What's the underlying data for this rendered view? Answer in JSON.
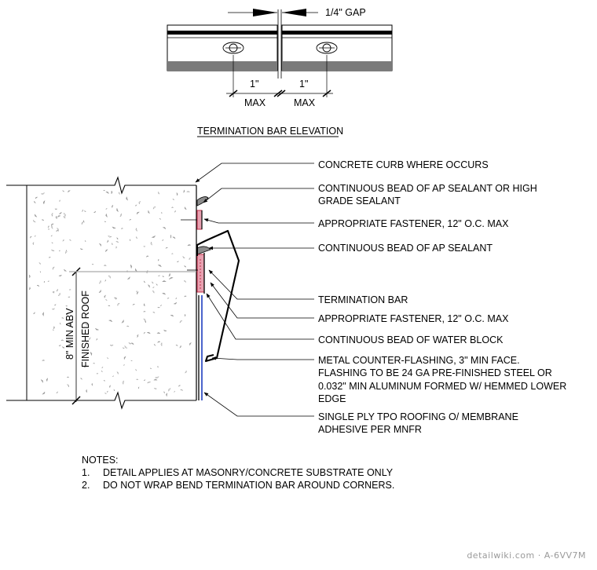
{
  "elevation": {
    "gap_label": "1/4\" GAP",
    "dim_left_value": "1\"",
    "dim_left_max": "MAX",
    "dim_right_value": "1\"",
    "dim_right_max": "MAX",
    "title": "TERMINATION BAR ELEVATION"
  },
  "section": {
    "height_label": "8\" MIN ABV",
    "roof_label": "FINISHED ROOF",
    "callouts": [
      {
        "lines": [
          "CONCRETE CURB WHERE OCCURS"
        ]
      },
      {
        "lines": [
          "CONTINUOUS BEAD OF AP SEALANT OR HIGH",
          "GRADE SEALANT"
        ]
      },
      {
        "lines": [
          "APPROPRIATE FASTENER, 12\" O.C. MAX"
        ]
      },
      {
        "lines": [
          "CONTINUOUS BEAD OF AP SEALANT"
        ]
      },
      {
        "lines": [
          "TERMINATION BAR"
        ]
      },
      {
        "lines": [
          "APPROPRIATE FASTENER, 12\" O.C. MAX"
        ]
      },
      {
        "lines": [
          "CONTINUOUS BEAD OF WATER BLOCK"
        ]
      },
      {
        "lines": [
          "METAL COUNTER-FLASHING, 3\" MIN FACE.",
          "FLASHING TO BE 24 GA PRE-FINISHED STEEL OR",
          "0.032\" MIN ALUMINUM FORMED W/ HEMMED LOWER",
          "EDGE"
        ]
      },
      {
        "lines": [
          "SINGLE PLY TPO ROOFING O/ MEMBRANE",
          "ADHESIVE PER MNFR"
        ]
      }
    ]
  },
  "notes": {
    "heading": "NOTES:",
    "items": [
      {
        "num": "1.",
        "text": "DETAIL APPLIES AT MASONRY/CONCRETE SUBSTRATE ONLY"
      },
      {
        "num": "2.",
        "text": "DO NOT WRAP BEND TERMINATION BAR AROUND CORNERS."
      }
    ]
  },
  "watermark": "detailwiki.com · A-6VV7M",
  "colors": {
    "line": "#000000",
    "membrane": "#1f3fbf",
    "fastener": "#c0304a",
    "sealant": "#8c8c8c",
    "concrete_speckle": "#9a9a9a"
  }
}
